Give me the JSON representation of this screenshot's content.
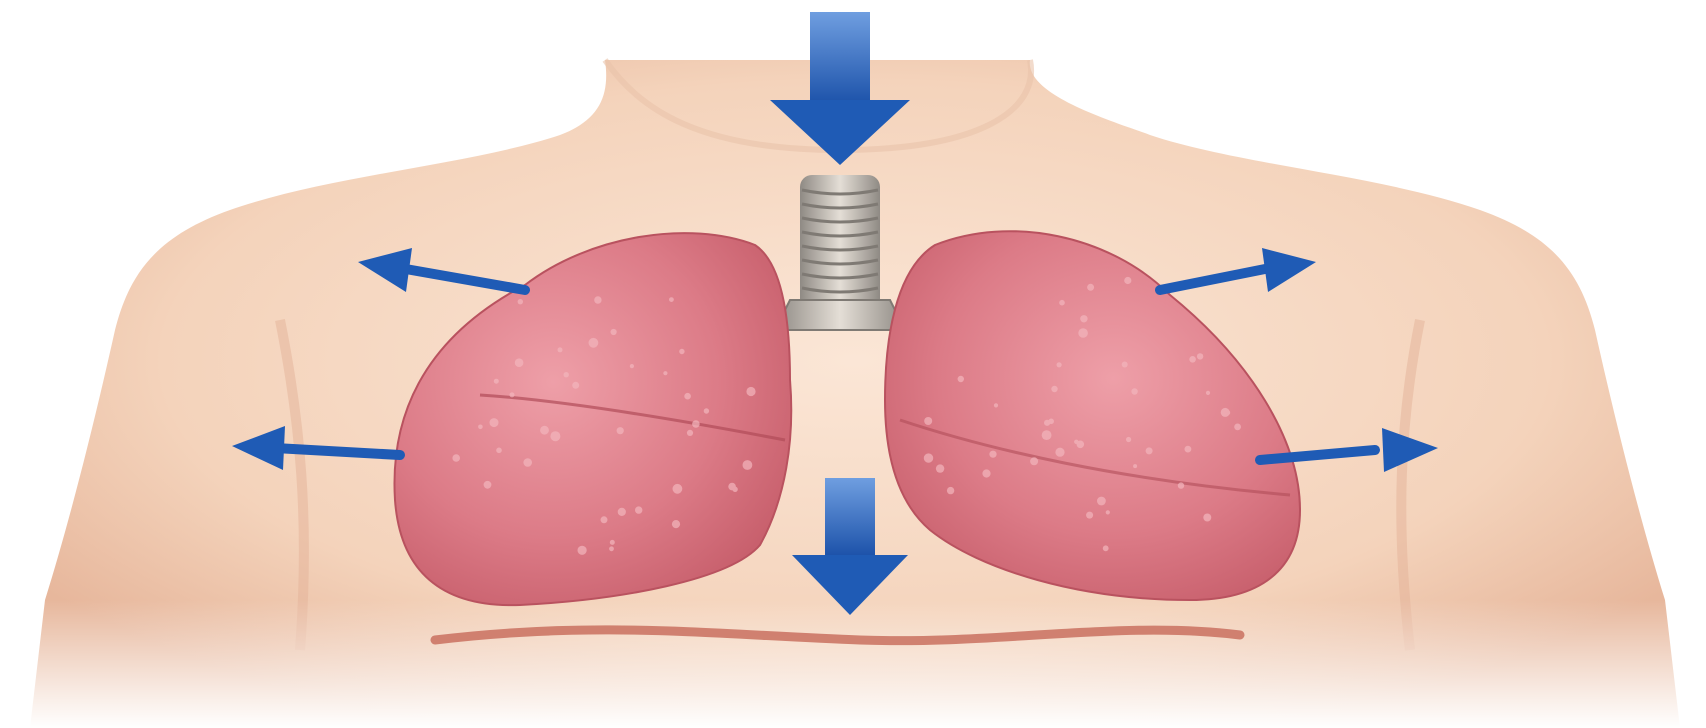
{
  "figure": {
    "subject": "inhalation-chest-expansion",
    "colors": {
      "background": "#ffffff",
      "skin": "#f6d8c2",
      "skin_shadow": "#e8b59b",
      "lung": "#d9727e",
      "lung_highlight": "#eb9ea6",
      "lung_edge": "#b4505c",
      "trachea": "#b9b2a8",
      "diaphragm": "#c9705f",
      "arrow": "#1f5bb5",
      "arrow_light": "#5b8fd8"
    },
    "arrows": [
      {
        "name": "air-inflow-arrow",
        "direction": "down"
      },
      {
        "name": "diaphragm-contraction-arrow",
        "direction": "down"
      },
      {
        "name": "upper-left-expansion-arrow",
        "direction": "up-left"
      },
      {
        "name": "upper-right-expansion-arrow",
        "direction": "up-right"
      },
      {
        "name": "lower-left-expansion-arrow",
        "direction": "left"
      },
      {
        "name": "lower-right-expansion-arrow",
        "direction": "right"
      }
    ]
  }
}
